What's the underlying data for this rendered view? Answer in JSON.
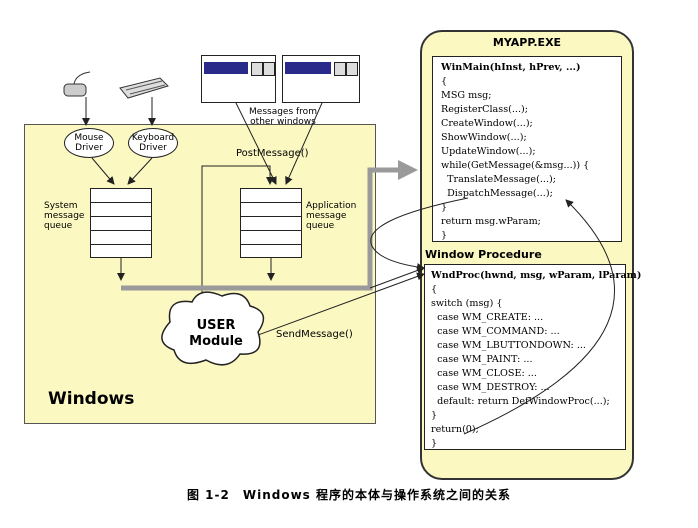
{
  "windows": {
    "label": "Windows",
    "mouse_driver": "Mouse Driver",
    "keyboard_driver": "Keyboard Driver",
    "system_queue_label": "System message queue",
    "application_queue_label": "Application message queue",
    "post_message": "PostMessage()",
    "send_message": "SendMessage()",
    "user_module": "USER Module",
    "messages_from_other": "Messages from other windows"
  },
  "app": {
    "title": "MYAPP.EXE",
    "winmain_lines": [
      "WinMain(hInst, hPrev, ...)",
      "{",
      "MSG msg;",
      "RegisterClass(...);",
      "CreateWindow(...);",
      "ShowWindow(...);",
      "UpdateWindow(...);",
      "while(GetMessage(&msg...)) {",
      "  TranslateMessage(...);",
      "  DispatchMessage(...);",
      "}",
      "return msg.wParam;",
      "}"
    ],
    "window_procedure_title": "Window  Procedure",
    "wndproc_lines": [
      "WndProc(hwnd, msg, wParam, lParam)",
      "{",
      "switch (msg) {",
      "  case WM_CREATE: ...",
      "  case WM_COMMAND: ...",
      "  case WM_LBUTTONDOWN: ...",
      "  case WM_PAINT: ...",
      "  case WM_CLOSE: ...",
      "  case WM_DESTROY: ...",
      "  default: return DefWindowProc(...);",
      "}",
      "return(0);",
      "}"
    ]
  },
  "caption": "图 1-2　Windows 程序的本体与操作系统之间的关系",
  "colors": {
    "yellow_fill": "#fbf8c2",
    "dark_stroke": "#222222",
    "gray_arrow": "#9a9a9a",
    "title_bar": "#2a2a8a"
  }
}
